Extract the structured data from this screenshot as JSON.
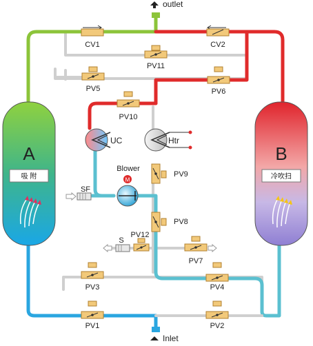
{
  "ports": {
    "outlet": "outlet",
    "inlet": "Inlet"
  },
  "towers": {
    "a": {
      "letter": "A",
      "mode": "吸 附"
    },
    "b": {
      "letter": "B",
      "mode": "冷吹扫"
    }
  },
  "valves": {
    "cv1": "CV1",
    "cv2": "CV2",
    "pv11": "PV11",
    "pv5": "PV5",
    "pv6": "PV6",
    "pv10": "PV10",
    "pv9": "PV9",
    "pv8": "PV8",
    "pv12": "PV12",
    "pv7": "PV7",
    "pv3": "PV3",
    "pv4": "PV4",
    "pv1": "PV1",
    "pv2": "PV2"
  },
  "components": {
    "cooler": "UC",
    "heater": "Htr",
    "blower": "Blower",
    "motor": "M",
    "filter": "SF",
    "silencer": "S"
  },
  "colors": {
    "green": "#8cc43a",
    "red": "#e02b2b",
    "blue": "#2aa6e0",
    "teal": "#5bc0d0",
    "gray": "#cfcfcf",
    "valve": "#f2c97a"
  }
}
